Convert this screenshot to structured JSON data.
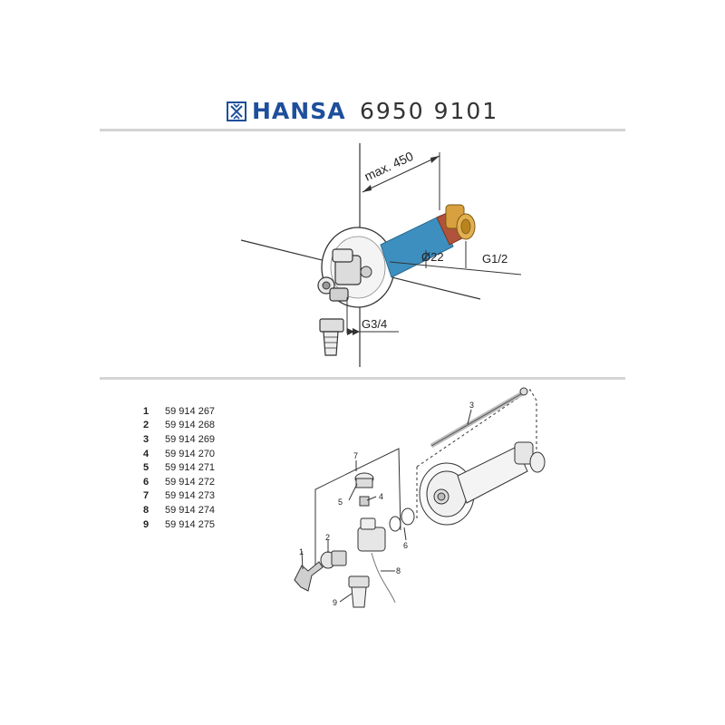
{
  "header": {
    "brand": "HANSA",
    "model_number": "6950 9101"
  },
  "installation_diagram": {
    "dimension_max": "max. 450",
    "pipe_diameter": "Ø22",
    "outlet_thread": "G3/4",
    "inlet_thread": "G1/2"
  },
  "parts_list": [
    {
      "num": "1",
      "code": "59 914 267"
    },
    {
      "num": "2",
      "code": "59 914 268"
    },
    {
      "num": "3",
      "code": "59 914 269"
    },
    {
      "num": "4",
      "code": "59 914 270"
    },
    {
      "num": "5",
      "code": "59 914 271"
    },
    {
      "num": "6",
      "code": "59 914 272"
    },
    {
      "num": "7",
      "code": "59 914 273"
    },
    {
      "num": "8",
      "code": "59 914 274"
    },
    {
      "num": "9",
      "code": "59 914 275"
    }
  ],
  "exploded_callouts": [
    "1",
    "2",
    "3",
    "4",
    "5",
    "6",
    "7",
    "8",
    "9"
  ],
  "colors": {
    "brand_blue": "#1e4f9c",
    "pipe_insulation": "#3d8fbf",
    "pipe_copper": "#b0533a",
    "fitting_brass": "#d9a040"
  }
}
